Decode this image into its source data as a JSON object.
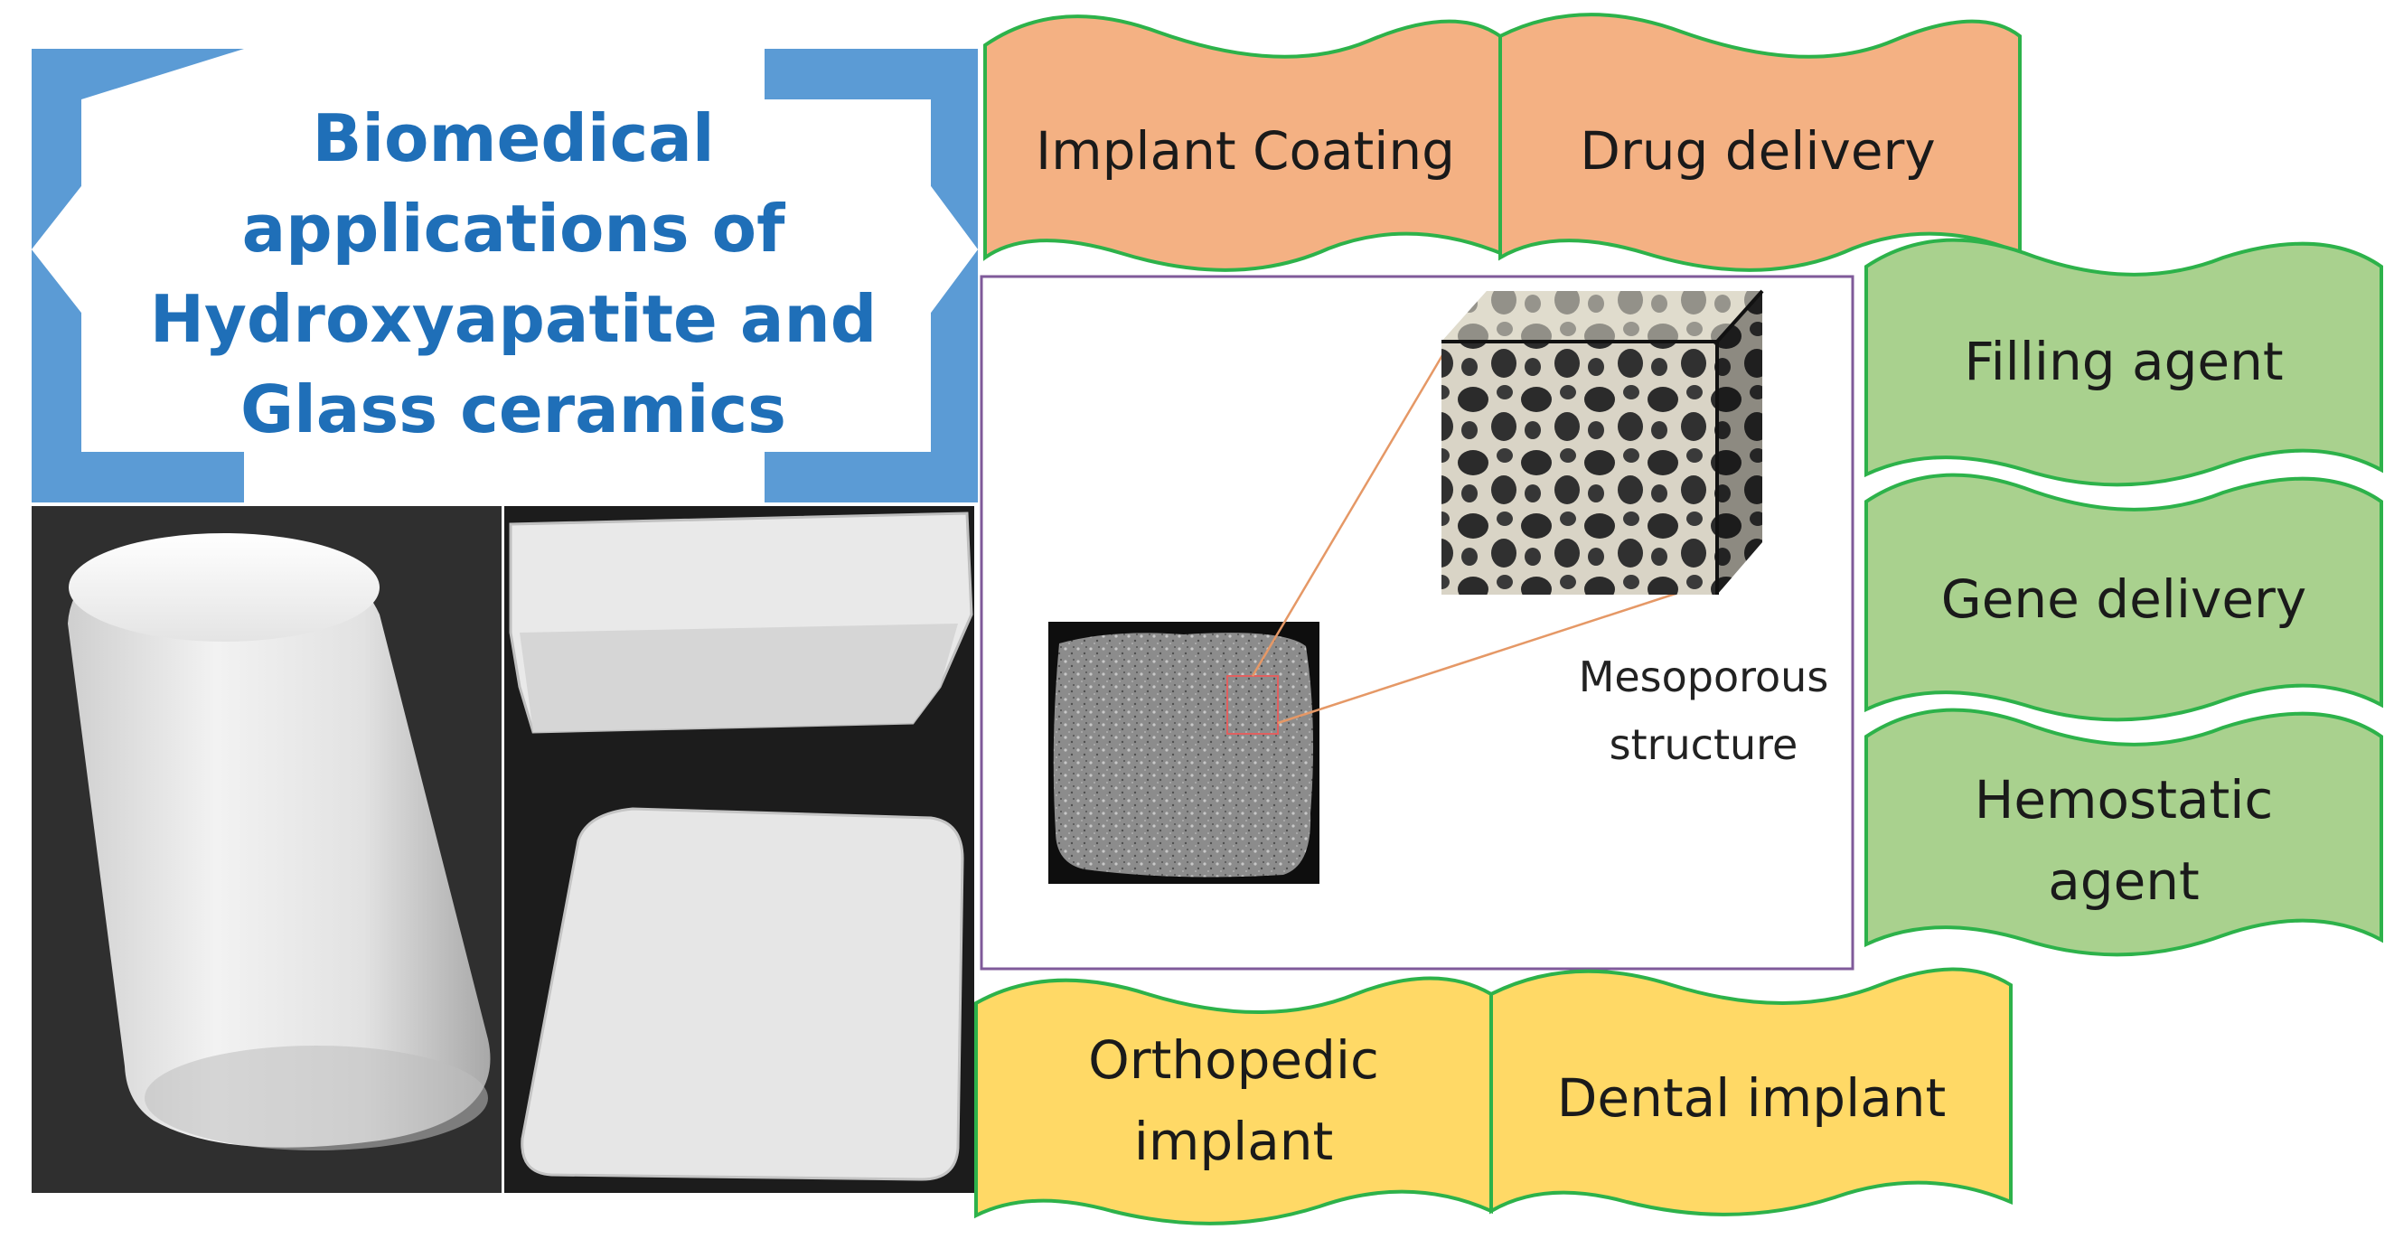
{
  "title": {
    "lines": [
      "Biomedical",
      "applications of",
      "Hydroxyapatite and",
      "Glass ceramics"
    ]
  },
  "banners": {
    "top": [
      "Implant Coating",
      "Drug delivery"
    ],
    "right": [
      [
        "Filling agent"
      ],
      [
        "Gene delivery"
      ],
      [
        "Hemostatic",
        "agent"
      ]
    ],
    "bottom": [
      [
        "Orthopedic",
        "implant"
      ],
      [
        "Dental implant"
      ]
    ]
  },
  "center": {
    "caption": [
      "Mesoporous",
      "structure"
    ]
  },
  "colors": {
    "title_text": "#1f6fb8",
    "frame_blue": "#5b9bd5",
    "banner_orange": "#f4b183",
    "banner_green": "#a9d18e",
    "banner_yellow": "#ffd966",
    "banner_border": "#2db24a",
    "center_border": "#7f5a9a",
    "zoom_line": "#e59866"
  }
}
